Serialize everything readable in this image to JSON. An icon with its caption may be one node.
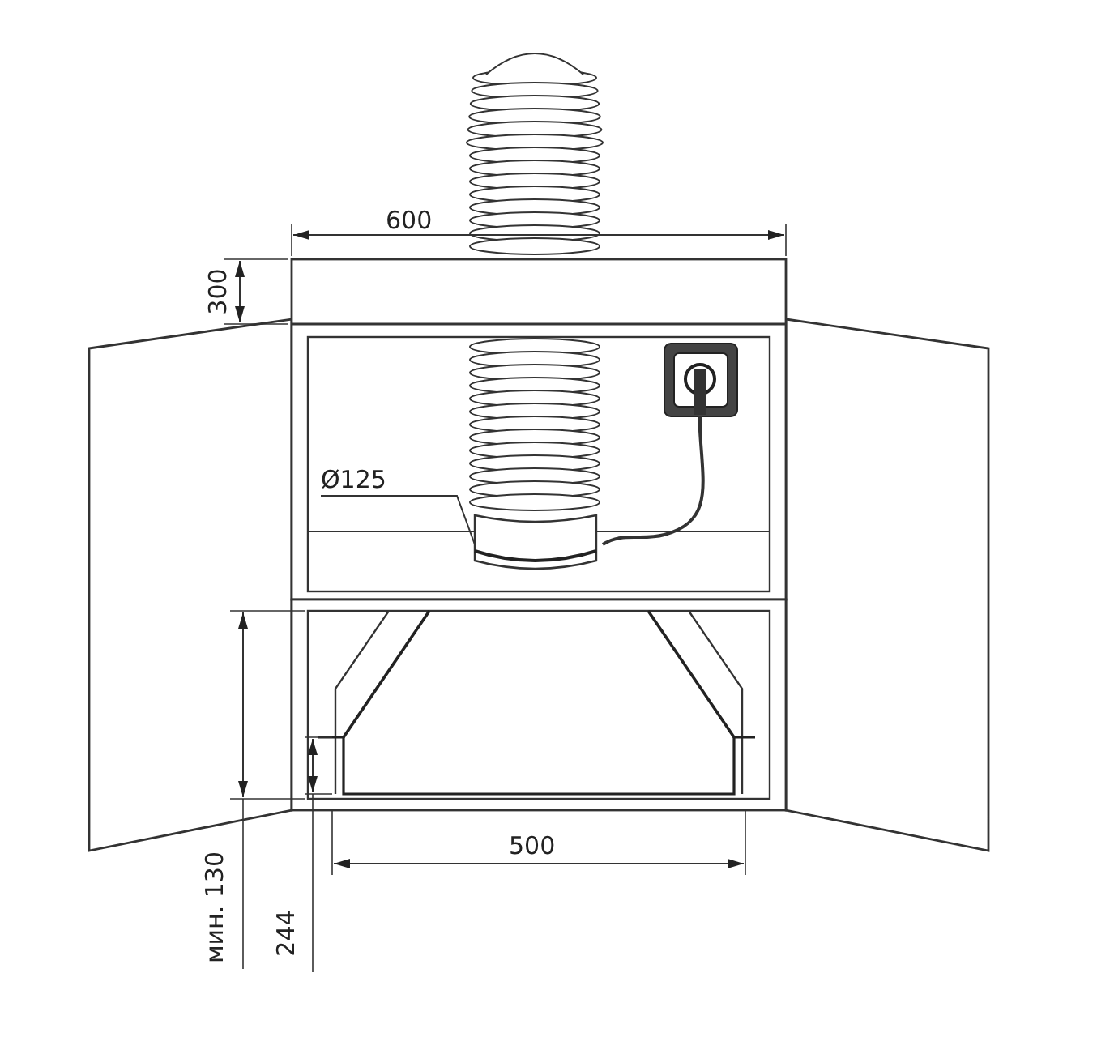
{
  "diagram": {
    "nodes": [
      {
        "text": [
          "Ø125"
        ]
      },
      {
        "text": [],
        "shape": "cylinder"
      }
    ],
    "edges": [
      {
        "from": 0,
        "to": 1,
        "arrow": "none"
      }
    ],
    "labels": [
      "600",
      "300",
      "500",
      "мин. 130",
      "244"
    ]
  }
}
